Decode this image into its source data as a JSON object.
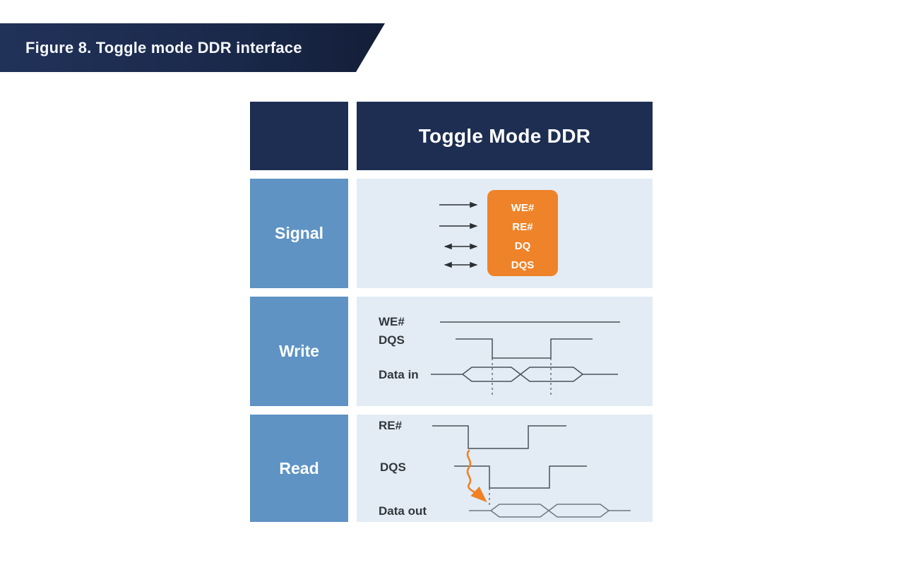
{
  "figure_banner": {
    "title": "Figure 8. Toggle mode DDR interface"
  },
  "table": {
    "header_title": "Toggle Mode DDR",
    "row_labels": {
      "signal": "Signal",
      "write": "Write",
      "read": "Read"
    }
  },
  "signal_diagram": {
    "box_signals": [
      "WE#",
      "RE#",
      "DQ",
      "DQS"
    ],
    "arrows": [
      {
        "signal": "WE#",
        "direction": "right"
      },
      {
        "signal": "RE#",
        "direction": "right"
      },
      {
        "signal": "DQ",
        "direction": "both"
      },
      {
        "signal": "DQS",
        "direction": "both"
      }
    ]
  },
  "write_diagram": {
    "we_label": "WE#",
    "dqs_label": "DQS",
    "data_label": "Data in"
  },
  "read_diagram": {
    "re_label": "RE#",
    "dqs_label": "DQS",
    "data_label": "Data out"
  },
  "colors": {
    "navy": "#1d2e52",
    "banner_gradient_start": "#213259",
    "banner_gradient_end": "#131e38",
    "row_label_blue": "#5e93c4",
    "content_cell_bg": "#e3ecf5",
    "signal_box_orange": "#ef8329",
    "waveform_line": "#4a5158",
    "read_bus_line": "#6f767e",
    "label_text": "#32373c",
    "callout_arrow_orange": "#f08124"
  }
}
